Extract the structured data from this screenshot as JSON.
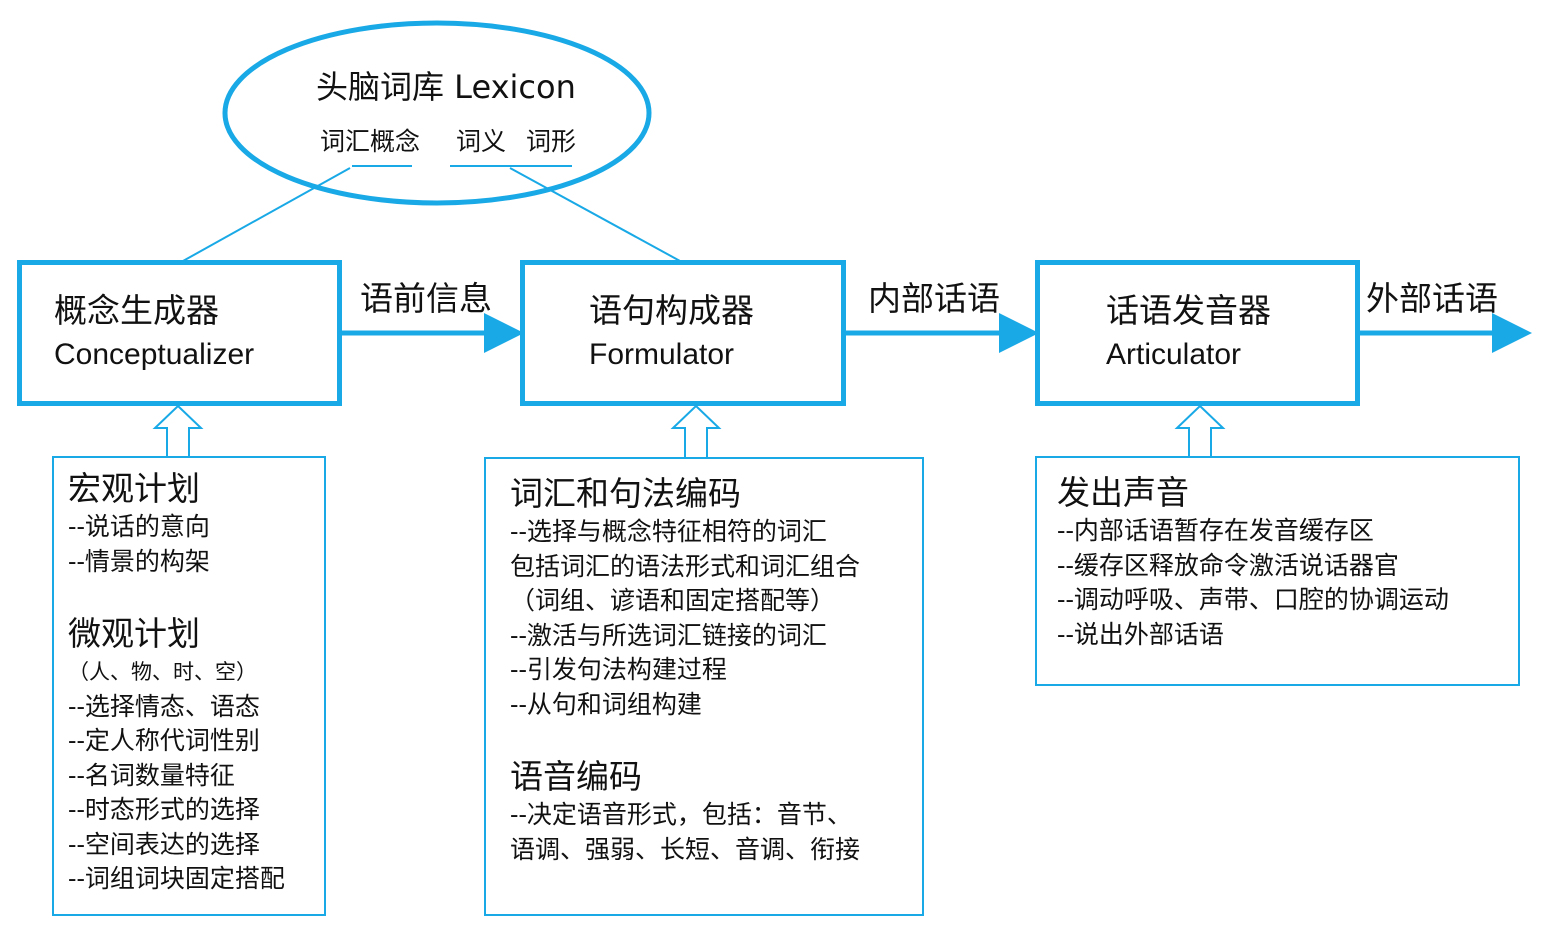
{
  "accent_color": "#19a9e6",
  "lexicon": {
    "title": "头脑词库 Lexicon",
    "items": [
      "词汇概念",
      "词义",
      "词形"
    ]
  },
  "stages": [
    {
      "zh": "概念生成器",
      "en": "Conceptualizer"
    },
    {
      "zh": "语句构成器",
      "en": "Formulator"
    },
    {
      "zh": "话语发音器",
      "en": "Articulator"
    }
  ],
  "flows": [
    "语前信息",
    "内部话语",
    "外部话语"
  ],
  "details": {
    "conceptualizer": {
      "h1": "宏观计划",
      "lines1": [
        "--说话的意向",
        "--情景的构架"
      ],
      "h2": "微观计划",
      "lines2": [
        "（人、物、时、空）",
        "--选择情态、语态",
        "--定人称代词性别",
        "--名词数量特征",
        "--时态形式的选择",
        "--空间表达的选择",
        "--词组词块固定搭配"
      ]
    },
    "formulator": {
      "h1": "词汇和句法编码",
      "lines1": [
        "--选择与概念特征相符的词汇",
        "包括词汇的语法形式和词汇组合",
        "（词组、谚语和固定搭配等）",
        "--激活与所选词汇链接的词汇",
        "--引发句法构建过程",
        "--从句和词组构建"
      ],
      "h2": "语音编码",
      "lines2": [
        "--决定语音形式，包括：音节、",
        "语调、强弱、长短、音调、衔接"
      ]
    },
    "articulator": {
      "h1": "发出声音",
      "lines1": [
        "--内部话语暂存在发音缓存区",
        "--缓存区释放命令激活说话器官",
        "--调动呼吸、声带、口腔的协调运动",
        "--说出外部话语"
      ]
    }
  }
}
